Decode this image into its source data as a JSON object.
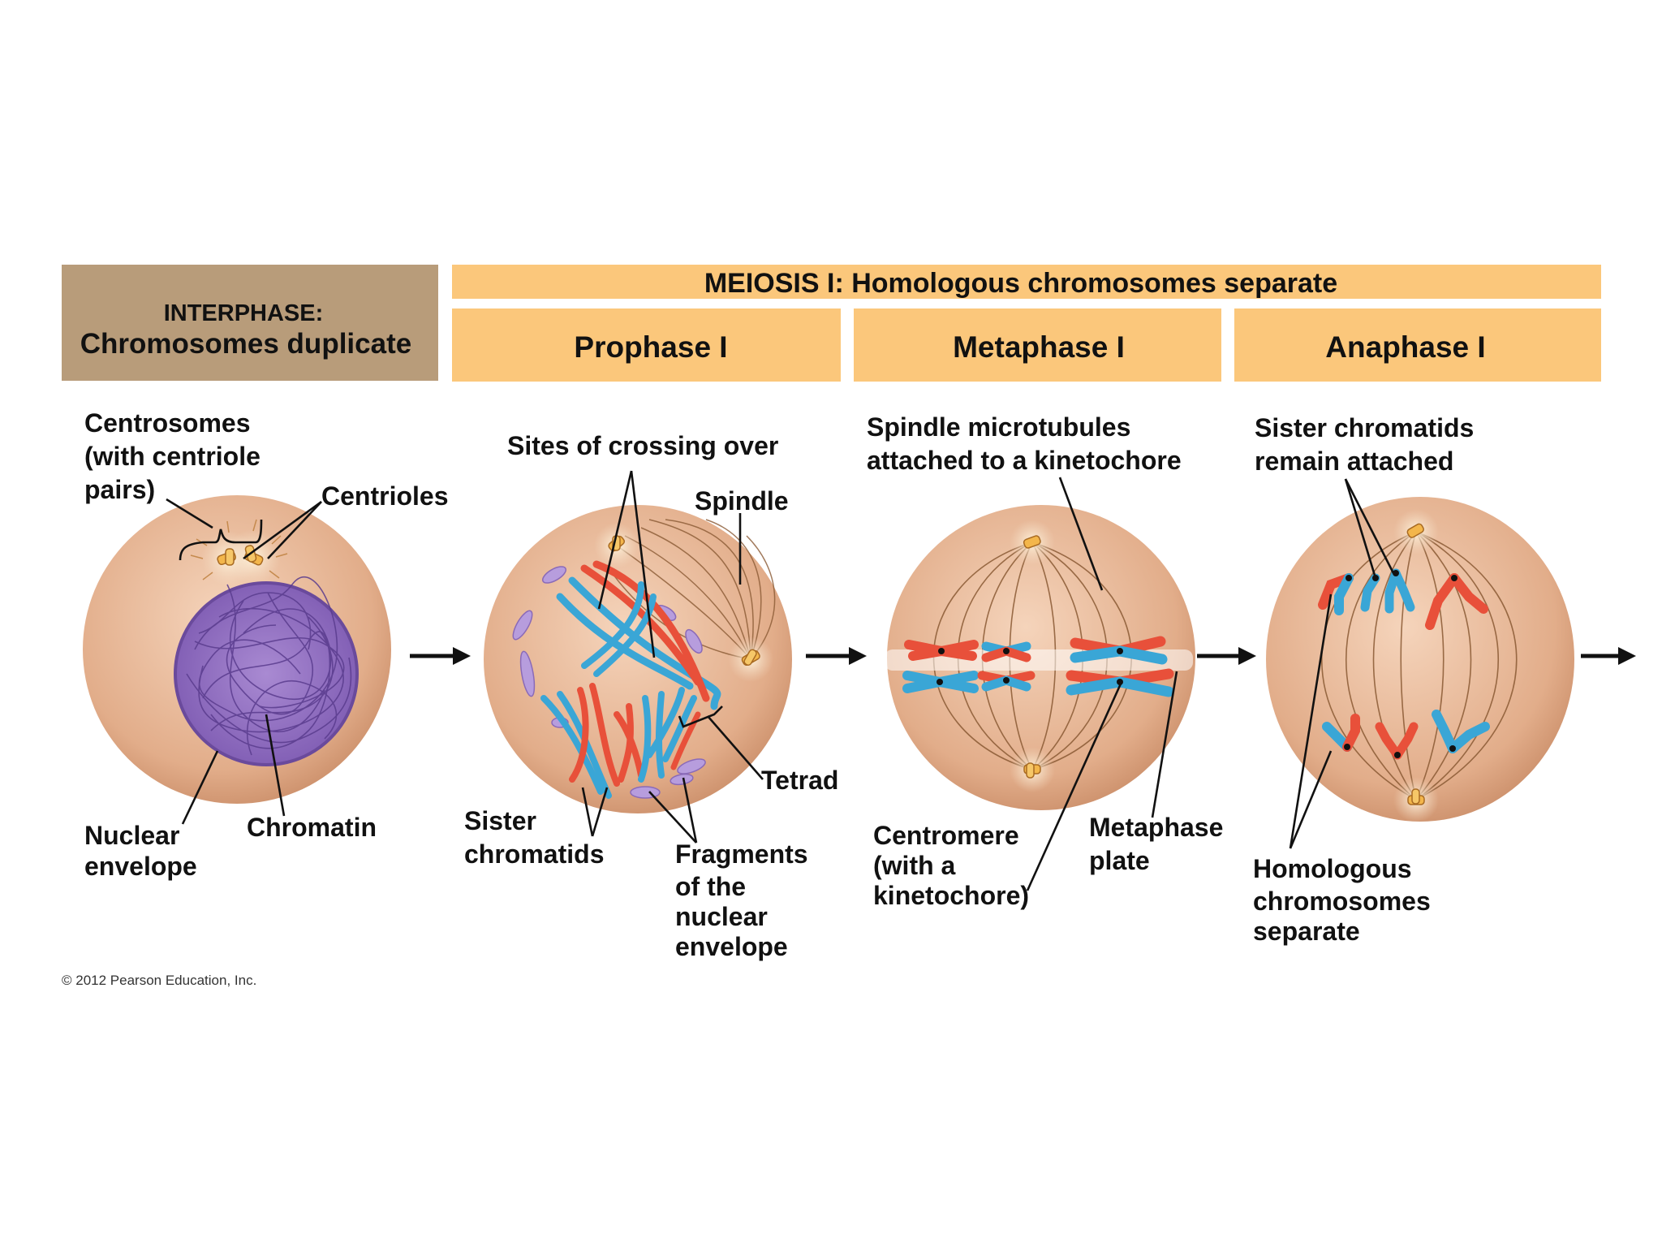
{
  "headers": {
    "interphase_caps": "INTERPHASE:",
    "interphase_sub": "Chromosomes duplicate",
    "meiosis": "MEIOSIS I: Homologous chromosomes separate",
    "prophase": "Prophase I",
    "metaphase": "Metaphase I",
    "anaphase": "Anaphase I"
  },
  "labels": {
    "centrosomes": [
      "Centrosomes",
      "(with centriole",
      "pairs)"
    ],
    "centrioles": "Centrioles",
    "nuclear_envelope": [
      "Nuclear",
      "envelope"
    ],
    "chromatin": "Chromatin",
    "sites_crossing": "Sites of crossing over",
    "spindle": "Spindle",
    "tetrad": "Tetrad",
    "sister_chromatids": [
      "Sister",
      "chromatids"
    ],
    "fragments": [
      "Fragments",
      "of the",
      "nuclear",
      "envelope"
    ],
    "spindle_microtubules": [
      "Spindle microtubules",
      "attached to a kinetochore"
    ],
    "centromere": [
      "Centromere",
      "(with a",
      "kinetochore)"
    ],
    "metaphase_plate": [
      "Metaphase",
      "plate"
    ],
    "sister_attached": [
      "Sister chromatids",
      "remain attached"
    ],
    "homologous_separate": [
      "Homologous",
      "chromosomes",
      "separate"
    ]
  },
  "copyright": "© 2012 Pearson Education, Inc.",
  "colors": {
    "interphase_header": "#b89c7a",
    "meiosis_header": "#fbc77b",
    "cell": "#e4b08e",
    "chromosome_red": "#e8503a",
    "chromosome_blue": "#3aa6d6",
    "nucleus": "#8e68be"
  }
}
